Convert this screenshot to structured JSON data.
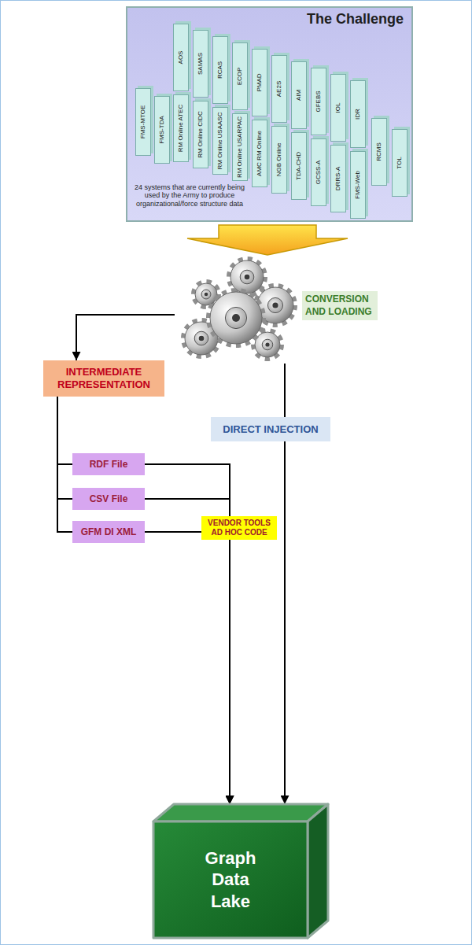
{
  "diagram": {
    "nodes": [
      {
        "text": [
          "The Challenge",
          "24 systems that are currently being used by the Army to produce organizational/force structure data"
        ]
      },
      {
        "text": [
          "FMS-MTOE"
        ],
        "in": 0
      },
      {
        "text": [
          "FMS-TDA"
        ],
        "in": 0
      },
      {
        "text": [
          "AOS"
        ],
        "in": 0
      },
      {
        "text": [
          "RM Online ATEC"
        ],
        "in": 0
      },
      {
        "text": [
          "SAMAS"
        ],
        "in": 0
      },
      {
        "text": [
          "RM Online CIDC"
        ],
        "in": 0
      },
      {
        "text": [
          "RCAS"
        ],
        "in": 0
      },
      {
        "text": [
          "RM Online USAASC"
        ],
        "in": 0
      },
      {
        "text": [
          "ECOP"
        ],
        "in": 0
      },
      {
        "text": [
          "RM Online USARPAC"
        ],
        "in": 0
      },
      {
        "text": [
          "PMAD"
        ],
        "in": 0
      },
      {
        "text": [
          "AMC RM Online"
        ],
        "in": 0
      },
      {
        "text": [
          "AE2S"
        ],
        "in": 0
      },
      {
        "text": [
          "NGB Online"
        ],
        "in": 0
      },
      {
        "text": [
          "AIM"
        ],
        "in": 0
      },
      {
        "text": [
          "TDA-CHD"
        ],
        "in": 0
      },
      {
        "text": [
          "GFEBS"
        ],
        "in": 0
      },
      {
        "text": [
          "GCSS-A"
        ],
        "in": 0
      },
      {
        "text": [
          "IOL"
        ],
        "in": 0
      },
      {
        "text": [
          "DRRS-A"
        ],
        "in": 0
      },
      {
        "text": [
          "IDR"
        ],
        "in": 0
      },
      {
        "text": [
          "FMS-Web"
        ],
        "in": 0
      },
      {
        "text": [
          "RCMS"
        ],
        "in": 0
      },
      {
        "text": [
          "TOL"
        ],
        "in": 0
      },
      {
        "text": [
          "CONVERSION AND LOADING"
        ]
      },
      {
        "text": [
          "INTERMEDIATE REPRESENTATION"
        ]
      },
      {
        "text": [
          "RDF File"
        ]
      },
      {
        "text": [
          "CSV File"
        ]
      },
      {
        "text": [
          "GFM DI XML"
        ]
      },
      {
        "text": [
          "Graph Data Lake"
        ]
      }
    ],
    "edges": [
      {
        "from": 0,
        "to": 25,
        "arrow": "to"
      },
      {
        "from": 25,
        "to": 26,
        "arrow": "to"
      },
      {
        "from": 25,
        "to": 30,
        "arrow": "to",
        "label": "DIRECT INJECTION"
      },
      {
        "from": 26,
        "to": 27,
        "arrow": "none"
      },
      {
        "from": 26,
        "to": 28,
        "arrow": "none"
      },
      {
        "from": 26,
        "to": 29,
        "arrow": "none"
      },
      {
        "from": 27,
        "to": 30,
        "arrow": "to"
      },
      {
        "from": 28,
        "to": 30,
        "arrow": "to",
        "label": "VENDOR TOOLS AD HOC CODE"
      },
      {
        "from": 29,
        "to": 30,
        "arrow": "to"
      }
    ]
  }
}
